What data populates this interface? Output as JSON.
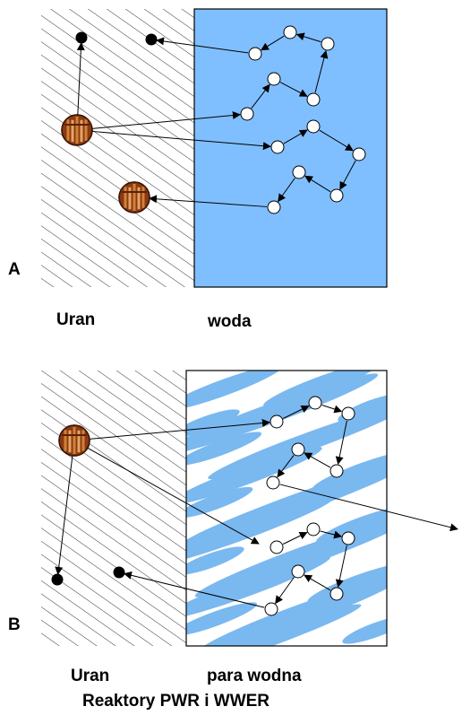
{
  "panel_a": {
    "letter": "A",
    "left_label": "Uran",
    "right_label": "woda"
  },
  "panel_b": {
    "letter": "B",
    "left_label": "Uran",
    "right_label": "para wodna"
  },
  "caption": "Reaktory PWR i WWER",
  "colors": {
    "water": "#80bfff",
    "steam_blob": "#7ab8f0",
    "hatch": "#333333",
    "nucleus_base": "#8a3a12",
    "nucleus_stripe": "#d98a3c",
    "absorbed_neutron": "#000000",
    "free_neutron": "#ffffff"
  }
}
